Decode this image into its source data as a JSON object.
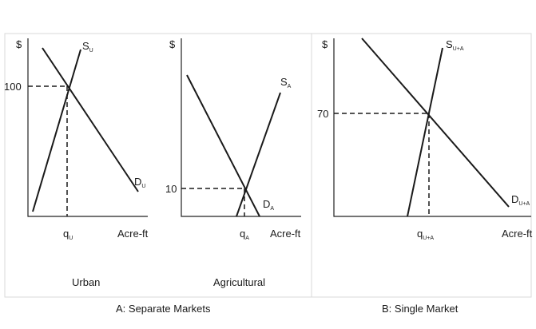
{
  "urban": {
    "y_axis": "$",
    "price_label": "100",
    "supply_label": "S",
    "supply_sub": "U",
    "demand_label": "D",
    "demand_sub": "U",
    "qty_label": "q",
    "qty_sub": "U",
    "x_axis": "Acre-ft",
    "caption": "Urban"
  },
  "agricultural": {
    "y_axis": "$",
    "price_label": "10",
    "supply_label": "S",
    "supply_sub": "A",
    "demand_label": "D",
    "demand_sub": "A",
    "qty_label": "q",
    "qty_sub": "A",
    "x_axis": "Acre-ft",
    "caption": "Agricultural"
  },
  "single": {
    "y_axis": "$",
    "price_label": "70",
    "supply_label": "S",
    "supply_sub": "U+A",
    "demand_label": "D",
    "demand_sub": "U+A",
    "qty_label": "q",
    "qty_sub": "U+A",
    "x_axis": "Acre-ft"
  },
  "captions": {
    "panel_a": "A: Separate Markets",
    "panel_b": "B: Single Market"
  }
}
